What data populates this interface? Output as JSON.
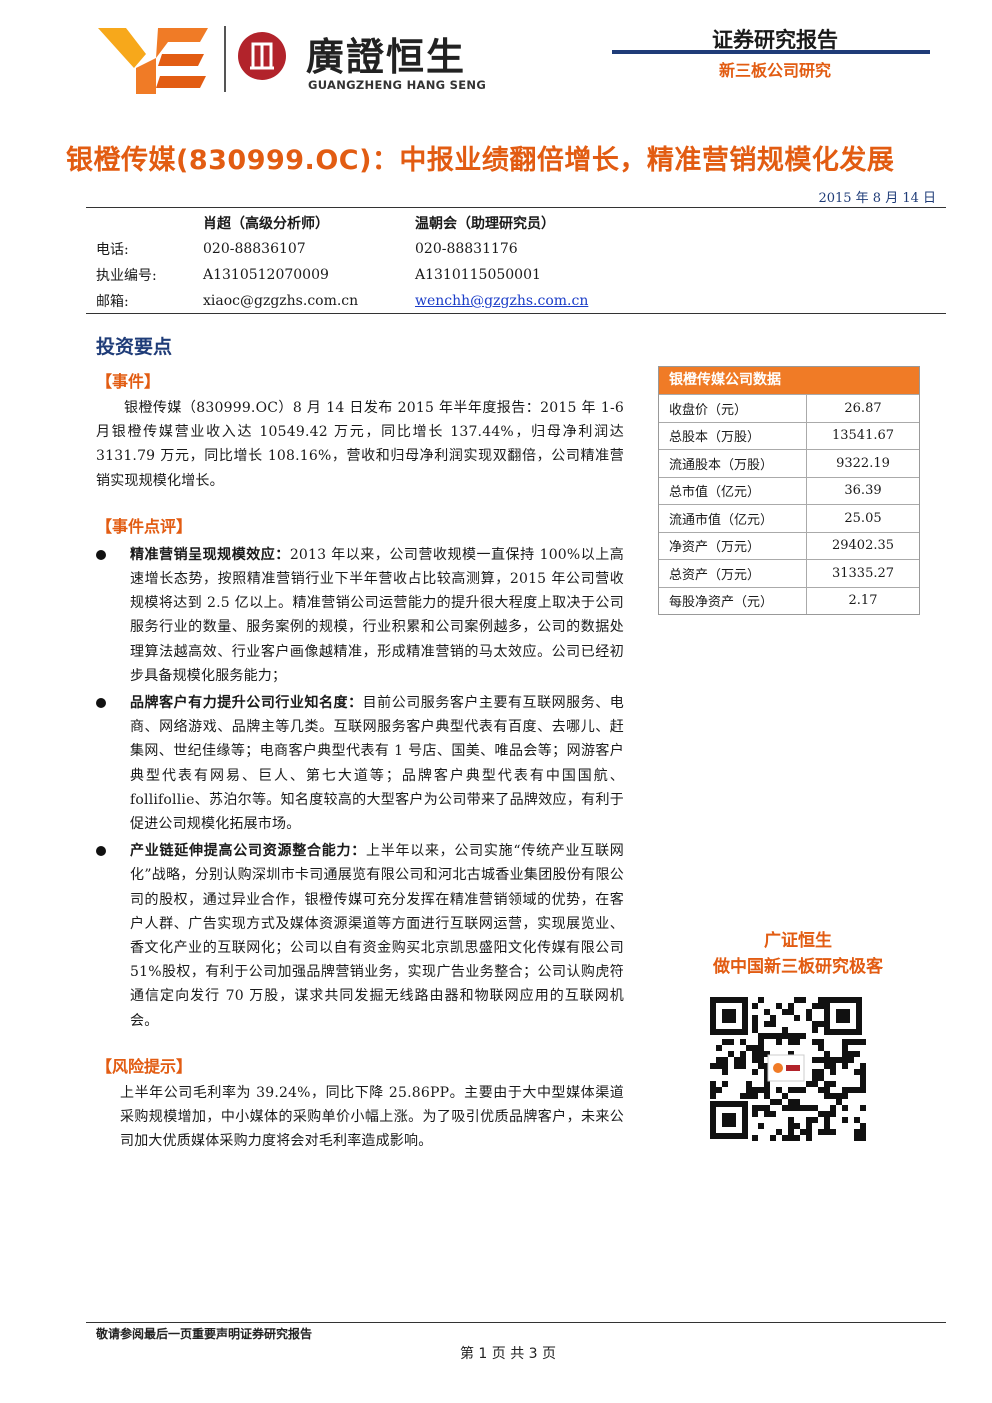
{
  "header": {
    "logo_cn": "廣證恒生",
    "logo_en": "GUANGZHENG HANG SENG",
    "report_type": "证券研究报告",
    "report_subtype": "新三板公司研究",
    "title": "银橙传媒(830999.OC)：中报业绩翻倍增长，精准营销规模化发展",
    "date": "2015 年 8 月 14 日",
    "brand_orange": "#e25c12",
    "brand_navy": "#1f3c78"
  },
  "analysts": {
    "names": [
      "肖超（高级分析师）",
      "温朝会（助理研究员）"
    ],
    "rows": [
      {
        "label": "电话:",
        "values": [
          "020-88836107",
          "020-88831176"
        ]
      },
      {
        "label": "执业编号:",
        "values": [
          "A1310512070009",
          "A1310115050001"
        ]
      },
      {
        "label": "邮箱:",
        "values": [
          "xiaoc@gzgzhs.com.cn",
          "wenchh@gzgzhs.com.cn"
        ]
      }
    ]
  },
  "content": {
    "section_title": "投资要点",
    "event_head": "【事件】",
    "event_text": "银橙传媒（830999.OC）8 月 14 日发布 2015 年半年度报告：2015 年 1-6 月银橙传媒营业收入达 10549.42 万元，同比增长 137.44%，归母净利润达 3131.79 万元，同比增长 108.16%，营收和归母净利润实现双翻倍，公司精准营销实现规模化增长。",
    "comment_head": "【事件点评】",
    "bullets": [
      {
        "head": "精准营销呈现规模效应：",
        "text": "2013 年以来，公司营收规模一直保持 100%以上高速增长态势，按照精准营销行业下半年营收占比较高测算，2015 年公司营收规模将达到 2.5 亿以上。精准营销公司运营能力的提升很大程度上取决于公司服务行业的数量、服务案例的规模，行业积累和公司案例越多，公司的数据处理算法越高效、行业客户画像越精准，形成精准营销的马太效应。公司已经初步具备规模化服务能力；"
      },
      {
        "head": "品牌客户有力提升公司行业知名度：",
        "text": "目前公司服务客户主要有互联网服务、电商、网络游戏、品牌主等几类。互联网服务客户典型代表有百度、去哪儿、赶集网、世纪佳缘等；电商客户典型代表有 1 号店、国美、唯品会等；网游客户典型代表有网易、巨人、第七大道等；品牌客户典型代表有中国国航、follifollie、苏泊尔等。知名度较高的大型客户为公司带来了品牌效应，有利于促进公司规模化拓展市场。"
      },
      {
        "head": "产业链延伸提高公司资源整合能力：",
        "text": "上半年以来，公司实施“传统产业互联网化”战略，分别认购深圳市卡司通展览有限公司和河北古城香业集团股份有限公司的股权，通过异业合作，银橙传媒可充分发挥在精准营销领域的优势，在客户人群、广告实现方式及媒体资源渠道等方面进行互联网运营，实现展览业、香文化产业的互联网化；公司以自有资金购买北京凯思盛阳文化传媒有限公司 51%股权，有利于公司加强品牌营销业务，实现广告业务整合；公司认购虎符通信定向发行 70 万股，谋求共同发掘无线路由器和物联网应用的互联网机会。"
      }
    ],
    "risk_head": "【风险提示】",
    "risk_text": "上半年公司毛利率为 39.24%，同比下降 25.86PP。主要由于大中型媒体渠道采购规模增加，中小媒体的采购单价小幅上涨。为了吸引优质品牌客户，未来公司加大优质媒体采购力度将会对毛利率造成影响。"
  },
  "stock": {
    "title": "银橙传媒公司数据",
    "rows": [
      {
        "label": "收盘价（元）",
        "value": "26.87"
      },
      {
        "label": "总股本（万股）",
        "value": "13541.67"
      },
      {
        "label": "流通股本（万股）",
        "value": "9322.19"
      },
      {
        "label": "总市值（亿元）",
        "value": "36.39"
      },
      {
        "label": "流通市值（亿元）",
        "value": "25.05"
      },
      {
        "label": "净资产（万元）",
        "value": "29402.35"
      },
      {
        "label": "总资产（万元）",
        "value": "31335.27"
      },
      {
        "label": "每股净资产（元）",
        "value": "2.17"
      }
    ]
  },
  "promo": {
    "line1": "广证恒生",
    "line2": "做中国新三板研究极客"
  },
  "footer": {
    "note": "敬请参阅最后一页重要声明证券研究报告",
    "page": "第 1 页 共 3 页"
  }
}
